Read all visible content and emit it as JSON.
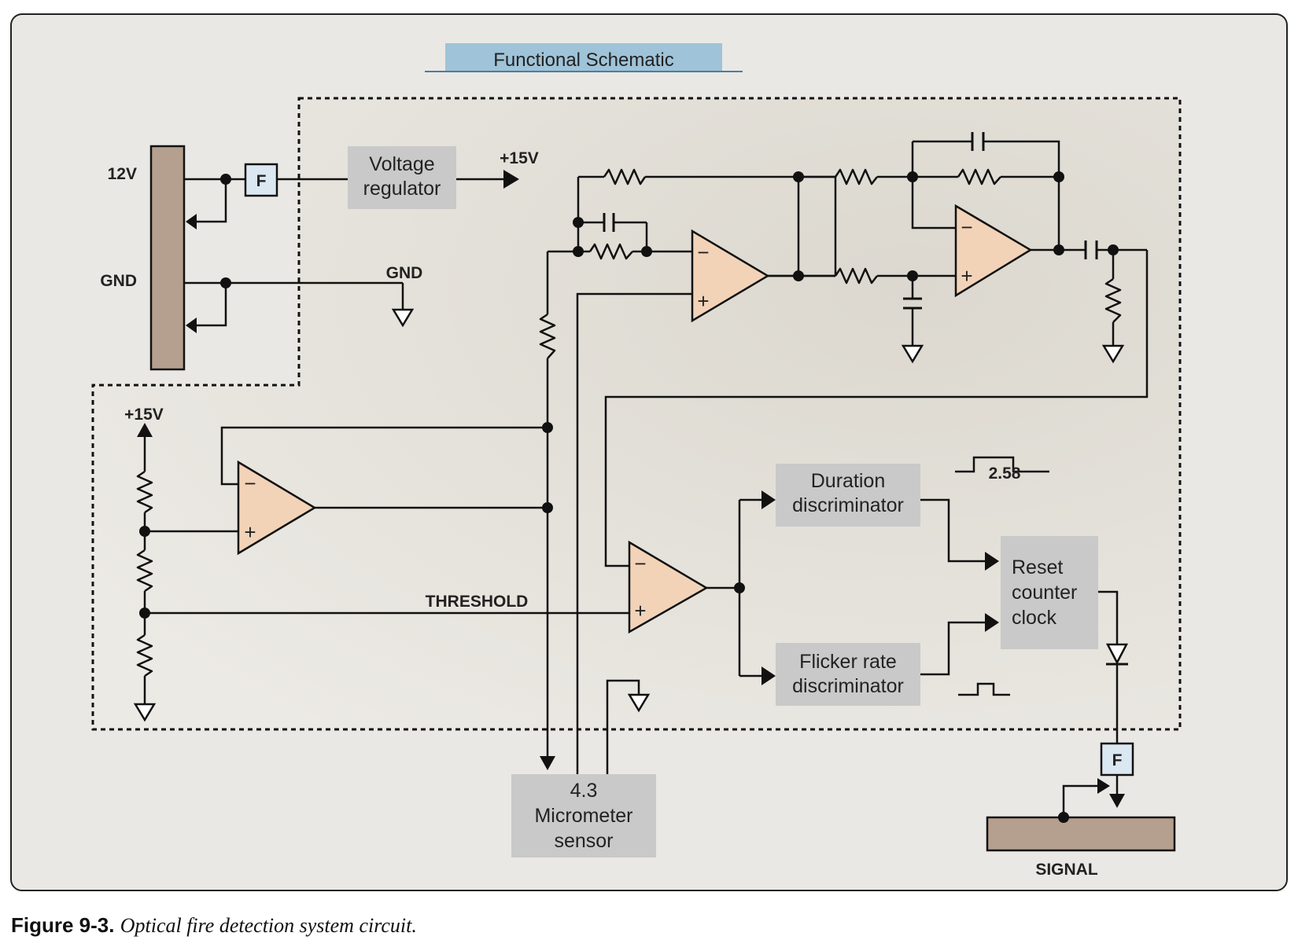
{
  "title": "Functional Schematic",
  "labels": {
    "v12": "12V",
    "gnd_left": "GND",
    "gnd_wire": "GND",
    "plus15_top": "+15V",
    "plus15_left": "+15V",
    "threshold": "THRESHOLD",
    "pulse_value": "2.58",
    "signal": "SIGNAL",
    "fuse_top": "F",
    "fuse_bottom": "F",
    "op_minus": "−",
    "op_plus": "+"
  },
  "blocks": {
    "voltage_regulator": [
      "Voltage",
      "regulator"
    ],
    "duration_discriminator": [
      "Duration",
      "discriminator"
    ],
    "flicker_discriminator": [
      "Flicker rate",
      "discriminator"
    ],
    "reset_counter_clock": [
      "Reset",
      "counter",
      "clock"
    ],
    "micrometer_sensor": [
      "4.3",
      "Micrometer",
      "sensor"
    ]
  },
  "caption": {
    "number": "Figure 9-3.",
    "text": "Optical fire detection system circuit."
  },
  "colors": {
    "panel_bg": "#e6e3dc",
    "block_gray": "#c9c9c9",
    "opamp_fill": "#f2d3b8",
    "bar_brown": "#b59f8e",
    "title_bar": "#9fc3d8",
    "fuse_fill": "#dbe7f1",
    "wire": "#111111"
  }
}
